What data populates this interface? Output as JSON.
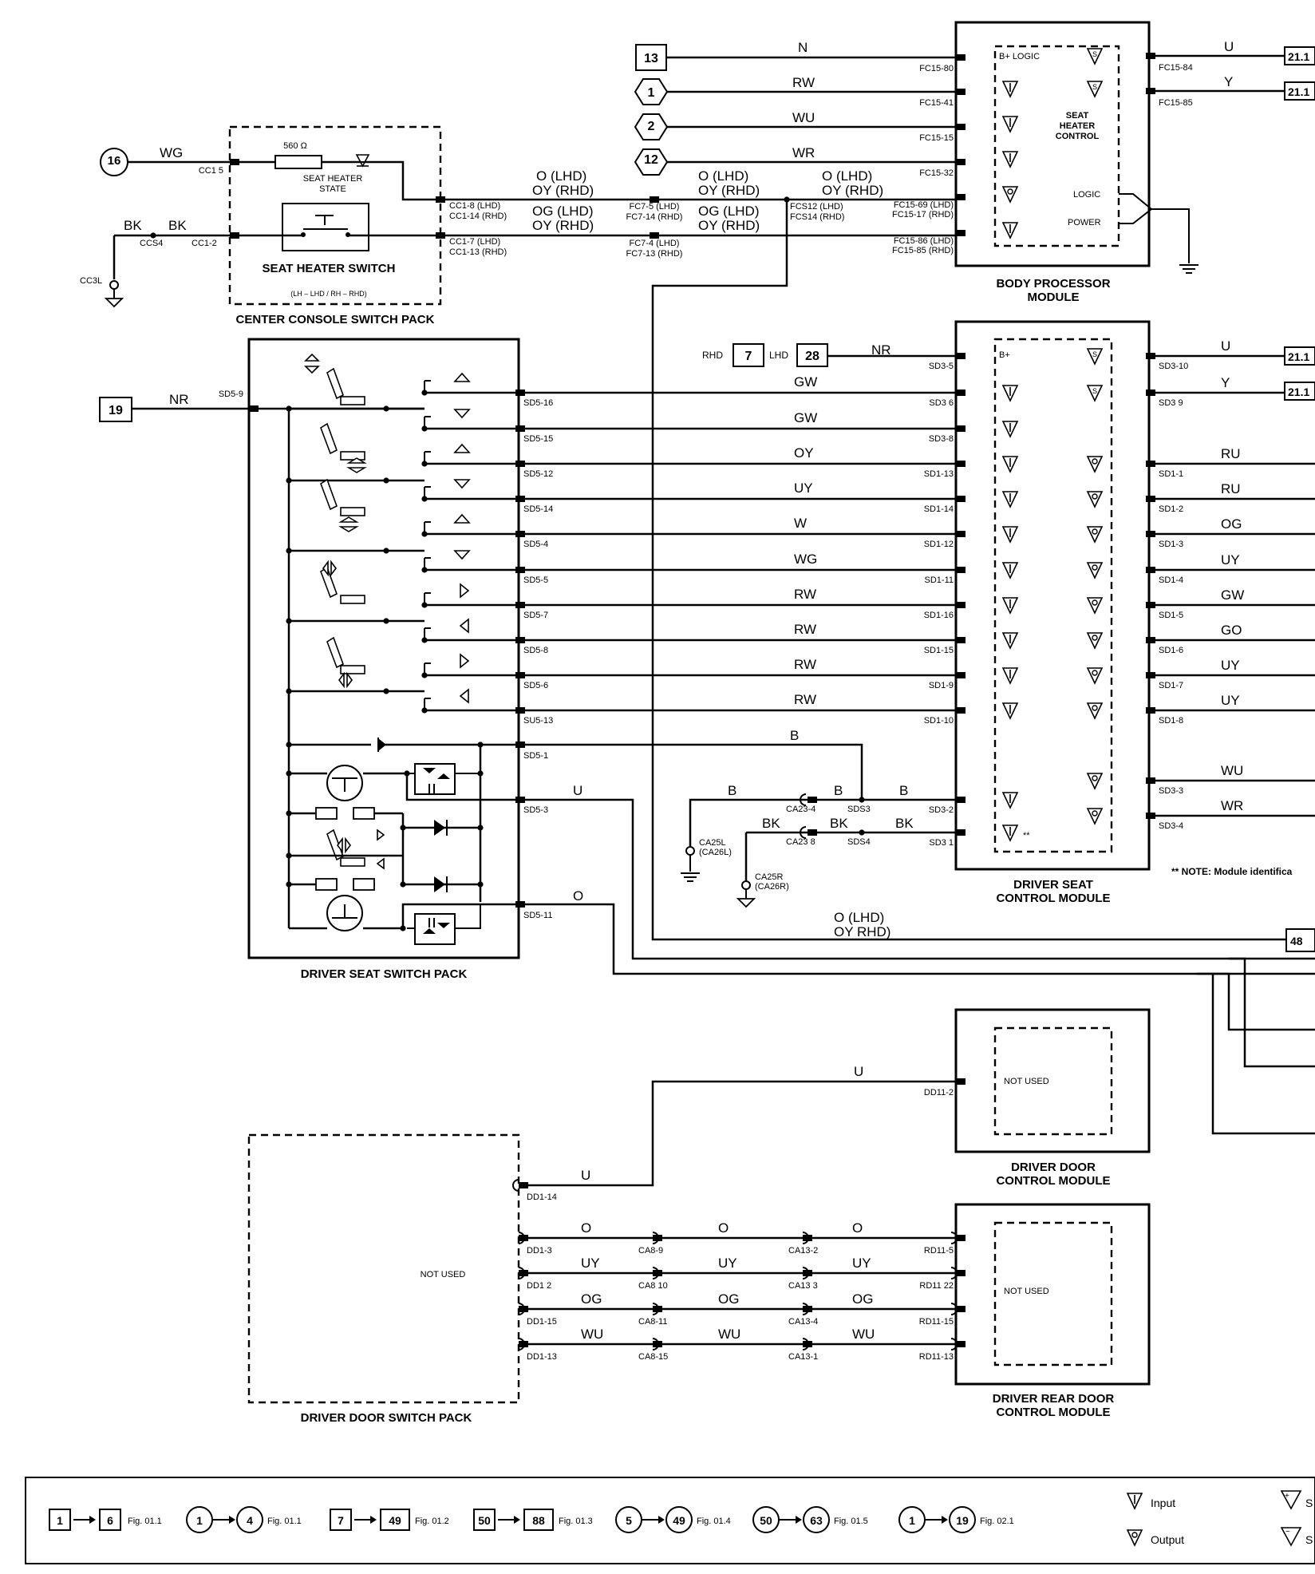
{
  "modules": {
    "body_processor": {
      "title": [
        "BODY PROCESSOR",
        "MODULE"
      ],
      "inner": [
        "SEAT",
        "HEATER",
        "CONTROL"
      ],
      "labels": [
        "B+ LOGIC",
        "LOGIC",
        "POWER"
      ],
      "pins": [
        "FC15-80",
        "FC15-41",
        "FC15-15",
        "FC15-32",
        "FC15-69 (LHD)",
        "FC15-17 (RHD)",
        "FC15-86 (LHD)",
        "FC15-85 (RHD)"
      ],
      "right_pins": [
        "FC15-84",
        "FC15-85"
      ],
      "right_wires": [
        "U",
        "Y"
      ],
      "right_refs": [
        "21.1",
        "21.1"
      ]
    },
    "center_console": {
      "title": "CENTER CONSOLE SWITCH PACK",
      "switch_label": "SEAT HEATER SWITCH",
      "variant": "(LH – LHD / RH – RHD)",
      "resistor": "560 Ω",
      "state_label": [
        "SEAT HEATER",
        "STATE"
      ],
      "pins": [
        "CC1 5",
        "CC1-2",
        "CC1-8 (LHD)",
        "CC1-14 (RHD)",
        "CC1-7 (LHD)",
        "CC1-13 (RHD)"
      ],
      "splice": "CCS4",
      "ground": "CC3L"
    },
    "driver_seat_control": {
      "title": [
        "DRIVER SEAT",
        "CONTROL MODULE"
      ],
      "bplus": "B+",
      "left_pins": [
        "SD3-5",
        "SD3 6",
        "SD3-8",
        "SD1-13",
        "SD1-14",
        "SD1-12",
        "SD1-11",
        "SD1-16",
        "SD1-15",
        "SD1-9",
        "SD1-10",
        "SD3-2",
        "SD3 1"
      ],
      "right_pins": [
        "SD3-10",
        "SD3 9",
        "SD1-1",
        "SD1-2",
        "SD1-3",
        "SD1-4",
        "SD1-5",
        "SD1-6",
        "SD1-7",
        "SD1-8",
        "SD3-3",
        "SD3-4"
      ],
      "right_wires": [
        "U",
        "Y",
        "RU",
        "RU",
        "OG",
        "UY",
        "GW",
        "GO",
        "UY",
        "UY",
        "WU",
        "WR"
      ],
      "right_refs": [
        "21.1",
        "21.1"
      ],
      "note": "**  NOTE: Module identifica",
      "dstar": "**"
    },
    "driver_seat_switch": {
      "title": "DRIVER SEAT SWITCH PACK",
      "pins": [
        "SD5-9",
        "SD5-16",
        "SD5-15",
        "SD5-12",
        "SD5-14",
        "SD5-4",
        "SD5-5",
        "SD5-7",
        "SD5-8",
        "SD5-6",
        "SU5-13",
        "SD5-1",
        "SD5-3",
        "SD5-11"
      ]
    },
    "driver_door_control": {
      "title": [
        "DRIVER DOOR",
        "CONTROL MODULE"
      ],
      "not_used": "NOT USED",
      "pin": "DD11-2"
    },
    "driver_rear_door_control": {
      "title": [
        "DRIVER REAR DOOR",
        "CONTROL MODULE"
      ],
      "not_used": "NOT USED",
      "pins": [
        "RD11-5",
        "RD11 22",
        "RD11-15",
        "RD11-13"
      ]
    },
    "driver_door_switch": {
      "title": "DRIVER DOOR SWITCH PACK",
      "not_used": "NOT USED",
      "pins": [
        "DD1-14",
        "DD1-3",
        "DD1 2",
        "DD1-15",
        "DD1-13"
      ]
    }
  },
  "refs": {
    "body_inputs": [
      "13",
      "1",
      "2",
      "12"
    ],
    "center_console_input": "16",
    "seat_switch_input": "19",
    "dsc_rhd": "7",
    "dsc_lhd": "28",
    "dsc_rhd_label": "RHD",
    "dsc_lhd_label": "LHD",
    "mid_right": "48"
  },
  "wires": {
    "body_inputs": [
      "N",
      "RW",
      "WU",
      "WR"
    ],
    "heater_top": [
      "O (LHD)",
      "OY (RHD)"
    ],
    "heater_bot": [
      "OG (LHD)",
      "OY (RHD)"
    ],
    "cc_in": "WG",
    "cc_gnd": [
      "BK",
      "BK"
    ],
    "nr": "NR",
    "dsc_nr": "NR",
    "seat_rows": [
      "GW",
      "GW",
      "OY",
      "UY",
      "W",
      "WG",
      "RW",
      "RW",
      "RW",
      "RW"
    ],
    "b_top": "B",
    "b_low": [
      "B",
      "B",
      "B"
    ],
    "bk_low": [
      "BK",
      "BK",
      "BK"
    ],
    "u_sd53": "U",
    "o_sd511": "O",
    "bottom_run": [
      "O (LHD)",
      "OY RHD)"
    ],
    "dd_u": [
      "U",
      "U"
    ],
    "door_rows": [
      [
        "O",
        "O",
        "O"
      ],
      [
        "UY",
        "UY",
        "UY"
      ],
      [
        "OG",
        "OG",
        "OG"
      ],
      [
        "WU",
        "WU",
        "WU"
      ]
    ]
  },
  "connectors": {
    "fc7": [
      "FC7-5 (LHD)",
      "FC7-14 (RHD)",
      "FC7-4 (LHD)",
      "FC7-13 (RHD)"
    ],
    "fcs": [
      "FCS12 (LHD)",
      "FCS14 (RHD)"
    ],
    "ca23": [
      "CA23-4",
      "CA23 8"
    ],
    "sds": [
      "SDS3",
      "SDS4"
    ],
    "ca25": [
      "CA25L",
      "(CA26L)",
      "CA25R",
      "(CA26R)"
    ],
    "ca8": [
      "CA8-9",
      "CA8 10",
      "CA8-11",
      "CA8-15"
    ],
    "ca13": [
      "CA13-2",
      "CA13 3",
      "CA13-4",
      "CA13-1"
    ]
  },
  "legend": {
    "items": [
      {
        "a": "1",
        "b": "6",
        "fig": "Fig. 01.1"
      },
      {
        "a": "1",
        "b": "4",
        "fig": "Fig. 01.1"
      },
      {
        "a": "7",
        "b": "49",
        "fig": "Fig. 01.2"
      },
      {
        "a": "50",
        "b": "88",
        "fig": "Fig. 01.3"
      },
      {
        "a": "5",
        "b": "49",
        "fig": "Fig. 01.4"
      },
      {
        "a": "50",
        "b": "63",
        "fig": "Fig. 01.5"
      },
      {
        "a": "1",
        "b": "19",
        "fig": "Fig. 02.1"
      }
    ],
    "input": "Input",
    "output": "Output",
    "s1": "S",
    "s2": "S"
  }
}
